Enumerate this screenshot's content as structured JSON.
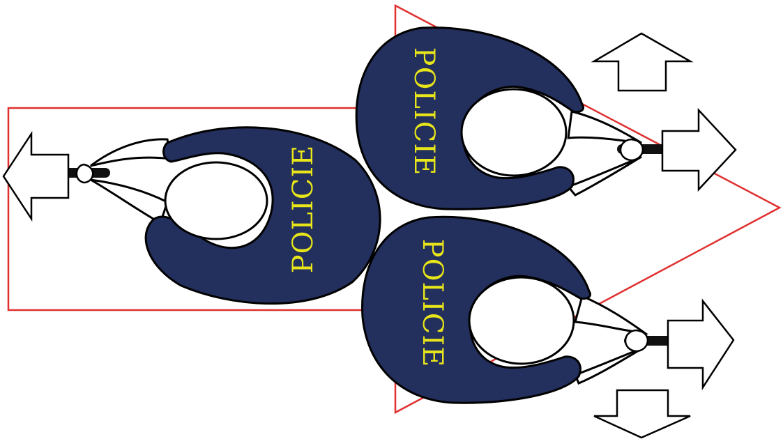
{
  "labels": {
    "vest_text": "POLICIE"
  },
  "colors": {
    "background": "#ffffff",
    "vest_fill": "#232f5c",
    "vest_text": "#e8e61a",
    "outline": "#000000",
    "formation_line": "#e03030",
    "arrow_fill": "#ffffff",
    "baton": "#111111"
  },
  "officers": [
    {
      "id": "left-officer",
      "facing": "left"
    },
    {
      "id": "top-right-officer",
      "facing": "right"
    },
    {
      "id": "bottom-right-officer",
      "facing": "right"
    }
  ],
  "arrows": [
    {
      "id": "arrow-left",
      "direction": "left"
    },
    {
      "id": "arrow-up",
      "direction": "up"
    },
    {
      "id": "arrow-right-top",
      "direction": "right"
    },
    {
      "id": "arrow-right-bottom",
      "direction": "right"
    },
    {
      "id": "arrow-down",
      "direction": "down"
    }
  ]
}
